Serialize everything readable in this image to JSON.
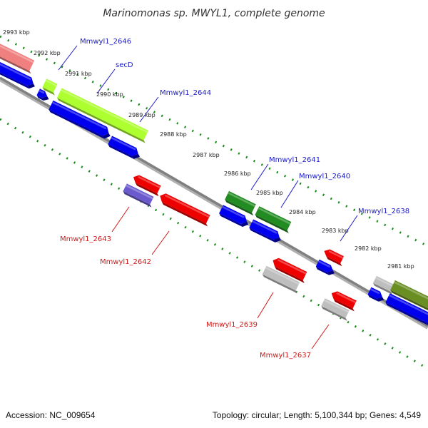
{
  "title": "Marinomonas sp. MWYL1, complete genome",
  "footer": {
    "accession": "Accession: NC_009654",
    "summary": "Topology: circular; Length: 5,100,344 bp; Genes: 4,549"
  },
  "colors": {
    "backbone": "#808080",
    "tick": "#1a8c1a",
    "label_blue": "#1a1ac8",
    "label_red": "#d01818",
    "cds": "#0000ee",
    "reverse_cds": "#ee0000",
    "salmon": "#f08080",
    "lime": "#adff2f",
    "green": "#228b22",
    "olive": "#6b8e23",
    "gray": "#bebebe",
    "slate": "#6a5acd"
  },
  "kbp_labels": [
    "2993 kbp",
    "2992 kbp",
    "2991 kbp",
    "2990 kbp",
    "2989 kbp",
    "2988 kbp",
    "2987 kbp",
    "2986 kbp",
    "2985 kbp",
    "2984 kbp",
    "2983 kbp",
    "2982 kbp",
    "2981 kbp"
  ],
  "gene_labels": {
    "upper": [
      "Mmwyl1_2646",
      "secD",
      "Mmwyl1_2644",
      "Mmwyl1_2641",
      "Mmwyl1_2640",
      "Mmwyl1_2638"
    ],
    "lower": [
      "Mmwyl1_2643",
      "Mmwyl1_2642",
      "Mmwyl1_2639",
      "Mmwyl1_2637"
    ]
  }
}
